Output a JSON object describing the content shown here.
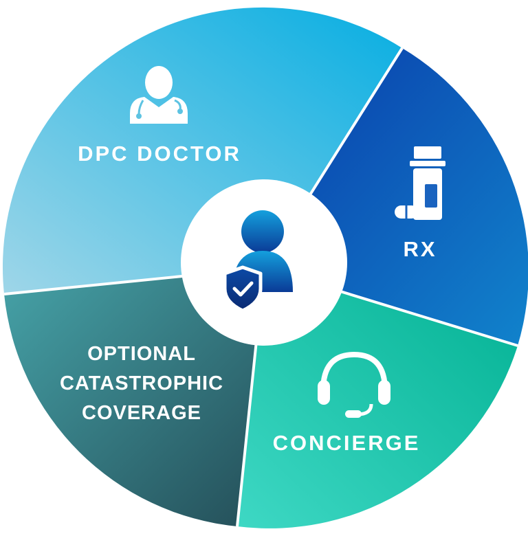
{
  "diagram": {
    "center": {
      "icon": "person-shield-icon"
    },
    "segments": [
      {
        "id": "dpc-doctor",
        "label_lines": [
          "DPC DOCTOR"
        ],
        "icon": "doctor-stethoscope-icon",
        "colors": [
          "#8fd0e6",
          "#10b0e0"
        ]
      },
      {
        "id": "rx",
        "label_lines": [
          "RX"
        ],
        "icon": "pill-bottle-icon",
        "colors": [
          "#0a3fae",
          "#1078c8"
        ]
      },
      {
        "id": "concierge",
        "label_lines": [
          "CONCIERGE"
        ],
        "icon": "headset-icon",
        "colors": [
          "#2dd4bd",
          "#08b59b"
        ]
      },
      {
        "id": "optional-catastrophic-coverage",
        "label_lines": [
          "OPTIONAL",
          "CATASTROPHIC",
          "COVERAGE"
        ],
        "icon": "",
        "colors": [
          "#3e9aa0",
          "#28565f"
        ]
      }
    ]
  }
}
